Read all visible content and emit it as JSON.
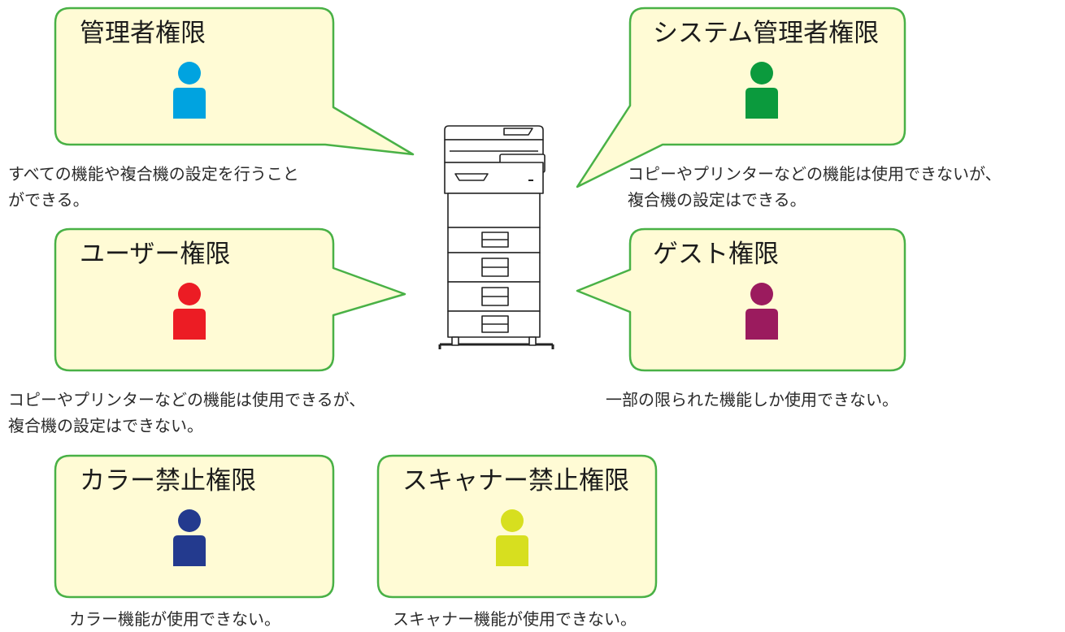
{
  "roles": {
    "admin": {
      "title": "管理者権限",
      "description": [
        "すべての機能や複合機の設定を行うこと",
        "ができる。"
      ],
      "icon": "person-icon",
      "color": "#00a3e0"
    },
    "system_admin": {
      "title": "システム管理者権限",
      "description": [
        "コピーやプリンターなどの機能は使用できないが、",
        "複合機の設定はできる。"
      ],
      "icon": "person-icon",
      "color": "#0b9a3d"
    },
    "user": {
      "title": "ユーザー権限",
      "description": [
        "コピーやプリンターなどの機能は使用できるが、",
        "複合機の設定はできない。"
      ],
      "icon": "person-icon",
      "color": "#ec1c24"
    },
    "guest": {
      "title": "ゲスト権限",
      "description": [
        "一部の限られた機能しか使用できない。"
      ],
      "icon": "person-icon",
      "color": "#9b1b5e"
    },
    "color_prohibited": {
      "title": "カラー禁止権限",
      "description": [
        "カラー機能が使用できない。"
      ],
      "icon": "person-icon",
      "color": "#233a8e"
    },
    "scanner_prohibited": {
      "title": "スキャナー禁止権限",
      "description": [
        "スキャナー機能が使用できない。"
      ],
      "icon": "person-icon",
      "color": "#d7df1f"
    }
  },
  "device": {
    "icon": "multifunction-printer-icon"
  },
  "colors": {
    "bubble_fill": "#fffbd5",
    "bubble_stroke": "#49b146"
  }
}
